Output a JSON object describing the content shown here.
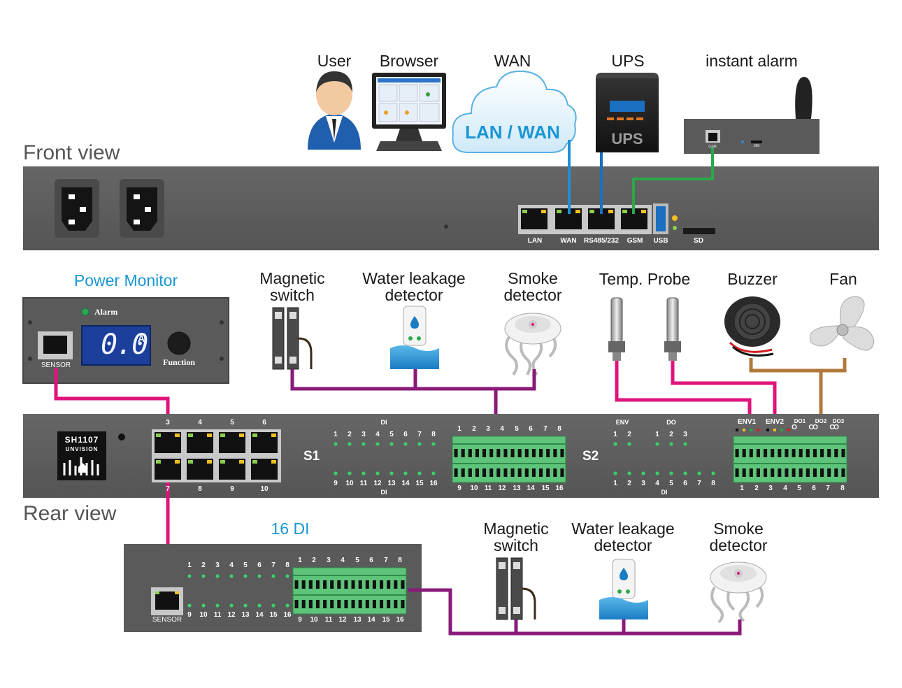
{
  "front": {
    "title": "Front view",
    "port_labels": [
      "LAN",
      "WAN",
      "RS485/232",
      "GSM",
      "USB",
      "SD"
    ]
  },
  "rear": {
    "title": "Rear view",
    "logo_model": "SH1107",
    "logo_brand": "UNVISION",
    "s1_label": "S1",
    "s2_label": "S2",
    "rj45_top_numbers": [
      "3",
      "4",
      "5",
      "6"
    ],
    "rj45_bottom_numbers": [
      "7",
      "8",
      "9",
      "10"
    ],
    "di_label": "DI",
    "env_label": "ENV",
    "do_label": "DO",
    "di_top_numbers": [
      "1",
      "2",
      "3",
      "4",
      "5",
      "6",
      "7",
      "8"
    ],
    "di_bottom_numbers": [
      "9",
      "10",
      "11",
      "12",
      "13",
      "14",
      "15",
      "16"
    ],
    "env_numbers": [
      "1",
      "2"
    ],
    "do_numbers": [
      "1",
      "2",
      "3"
    ],
    "s2_bottom_numbers": [
      "1",
      "2",
      "3",
      "4",
      "5",
      "6",
      "7",
      "8"
    ],
    "terminal_labels": [
      "ENV1",
      "ENV2",
      "DO1",
      "DO2",
      "DO3"
    ],
    "terminal_sub": [
      "O",
      "C",
      "O",
      "C",
      "O"
    ]
  },
  "network": {
    "user": "User",
    "browser": "Browser",
    "wan": "WAN",
    "cloud": "LAN / WAN",
    "ups_title": "UPS",
    "ups_device": "UPS",
    "alarm": "instant alarm",
    "gsm_port": "GSM",
    "sim": "SIM"
  },
  "power_monitor": {
    "title": "Power Monitor",
    "alarm": "Alarm",
    "reading": "0.0",
    "unit": "A",
    "function": "Function",
    "sensor": "SENSOR"
  },
  "sensors_s1": {
    "magnetic": [
      "Magnetic",
      "switch"
    ],
    "water": [
      "Water leakage",
      "detector"
    ],
    "smoke": [
      "Smoke",
      "detector"
    ]
  },
  "sensors_s2": {
    "temp": "Temp. Probe",
    "buzzer": "Buzzer",
    "fan": "Fan"
  },
  "expansion": {
    "title": "16 DI",
    "sensor": "SENSOR",
    "magnetic": [
      "Magnetic",
      "switch"
    ],
    "water": [
      "Water leakage",
      "detector"
    ],
    "smoke": [
      "Smoke",
      "detector"
    ]
  },
  "colors": {
    "panel": "#5a5a5a",
    "wire_lan": "#1e8fd6",
    "wire_rs485": "#1a6fc0",
    "wire_gsm": "#2aa84a",
    "wire_sensor": "#e0137a",
    "wire_di": "#8a1a7a",
    "wire_out": "#b07a3a",
    "terminal": "#5ec47a",
    "title_blue": "#1a96d4"
  }
}
